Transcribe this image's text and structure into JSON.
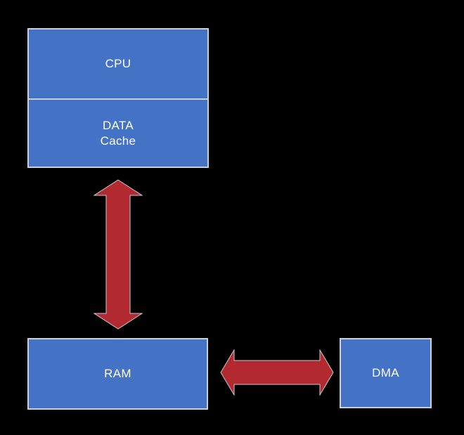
{
  "diagram": {
    "nodes": {
      "cpu": {
        "label": "CPU"
      },
      "data_cache": {
        "line1": "DATA",
        "line2": "Cache"
      },
      "ram": {
        "label": "RAM"
      },
      "dma": {
        "label": "DMA"
      }
    },
    "connections": [
      {
        "from": "cpu-data-cache",
        "to": "ram",
        "type": "double-headed-arrow",
        "orientation": "vertical"
      },
      {
        "from": "ram",
        "to": "dma",
        "type": "double-headed-arrow",
        "orientation": "horizontal"
      }
    ],
    "colors": {
      "node_fill": "#4472C4",
      "node_border": "#CBD0D8",
      "arrow_fill": "#B2292F",
      "arrow_outline": "#C9C9C9",
      "text": "#FFFFFF",
      "background": "#000000"
    }
  }
}
